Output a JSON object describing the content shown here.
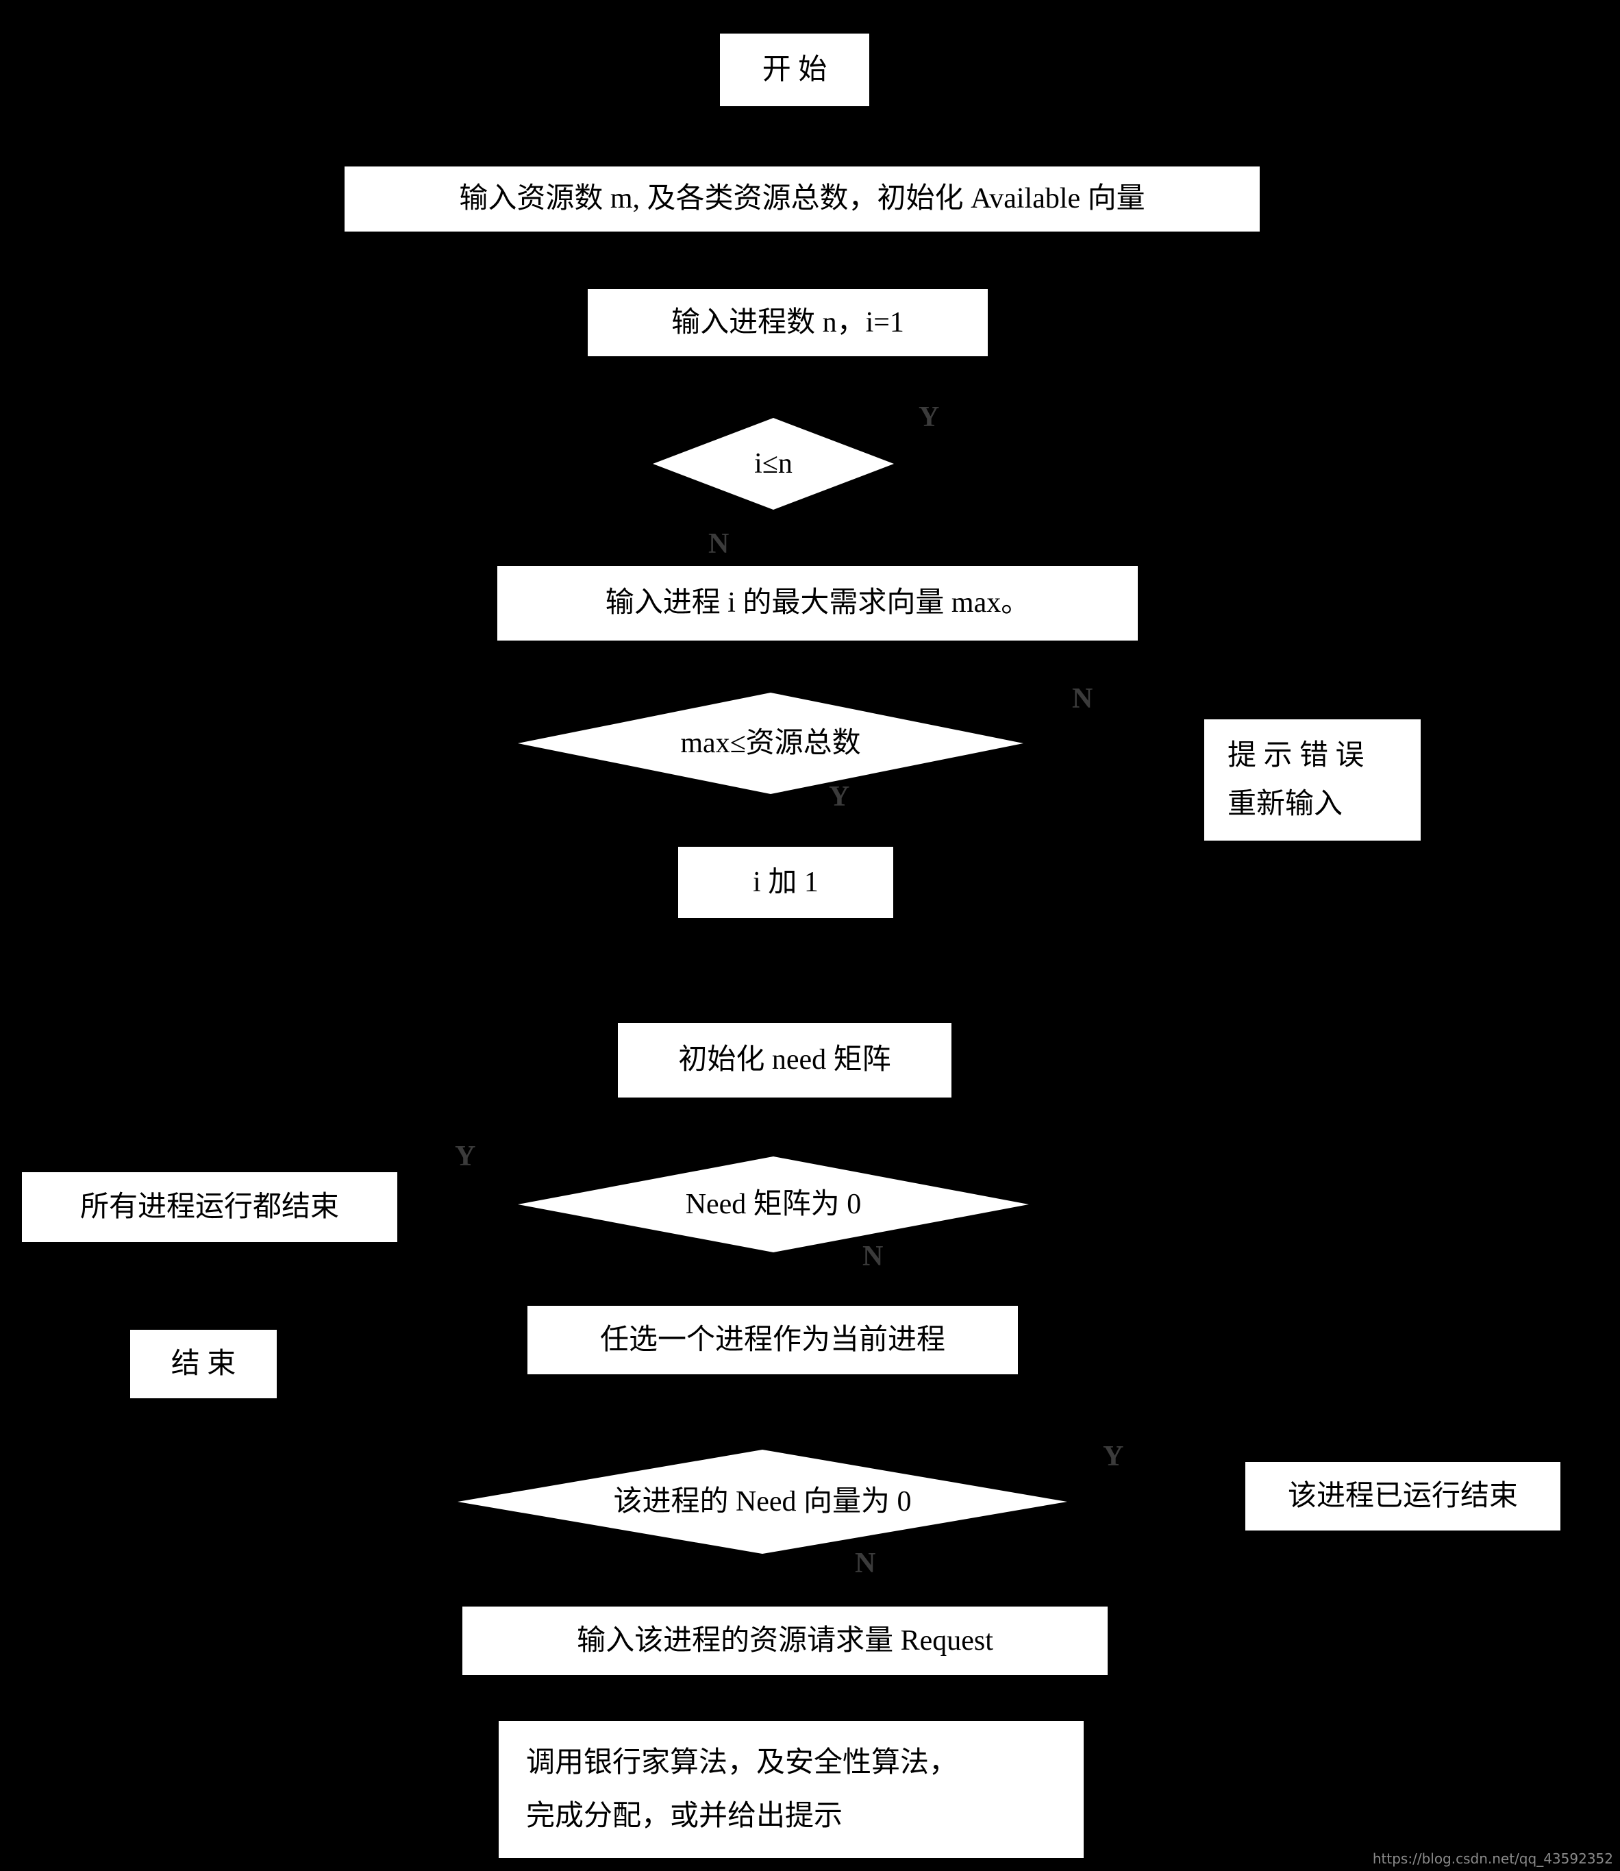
{
  "colors": {
    "background": "#000000",
    "node_fill": "#ffffff",
    "node_text": "#000000",
    "branch_label": "#3b3b3b",
    "watermark": "#8a8a8a"
  },
  "nodes": {
    "start": {
      "label": "开  始"
    },
    "input_resources": {
      "label": "输入资源数 m, 及各类资源总数，初始化 Available 向量"
    },
    "input_processes": {
      "label": "输入进程数 n，i=1"
    },
    "decision_i_le_n": {
      "label": "i≤n"
    },
    "input_max": {
      "label": "输入进程 i 的最大需求向量 max。"
    },
    "decision_max_le_total": {
      "label": "max≤资源总数"
    },
    "error_prompt": {
      "line1": "提 示 错 误",
      "line2": "重新输入"
    },
    "increment_i": {
      "label": "i 加 1"
    },
    "init_need": {
      "label": "初始化 need  矩阵"
    },
    "decision_need_zero": {
      "label": "Need 矩阵为 0"
    },
    "all_processes_finished": {
      "label": "所有进程运行都结束"
    },
    "end": {
      "label": "结  束"
    },
    "select_process": {
      "label": "任选一个进程作为当前进程"
    },
    "decision_process_need_zero": {
      "label": "该进程的 Need 向量为 0"
    },
    "process_finished": {
      "label": "该进程已运行结束"
    },
    "input_request": {
      "label": "输入该进程的资源请求量 Request"
    },
    "banker_algorithm": {
      "line1": "调用银行家算法，及安全性算法，",
      "line2": "完成分配，或并给出提示"
    }
  },
  "branch_labels": {
    "i_le_n_yes": "Y",
    "i_le_n_no": "N",
    "max_le_total_no": "N",
    "max_le_total_yes": "Y",
    "need_zero_yes": "Y",
    "need_zero_no": "N",
    "process_need_zero_yes": "Y",
    "process_need_zero_no": "N"
  },
  "watermark": "https://blog.csdn.net/qq_43592352"
}
